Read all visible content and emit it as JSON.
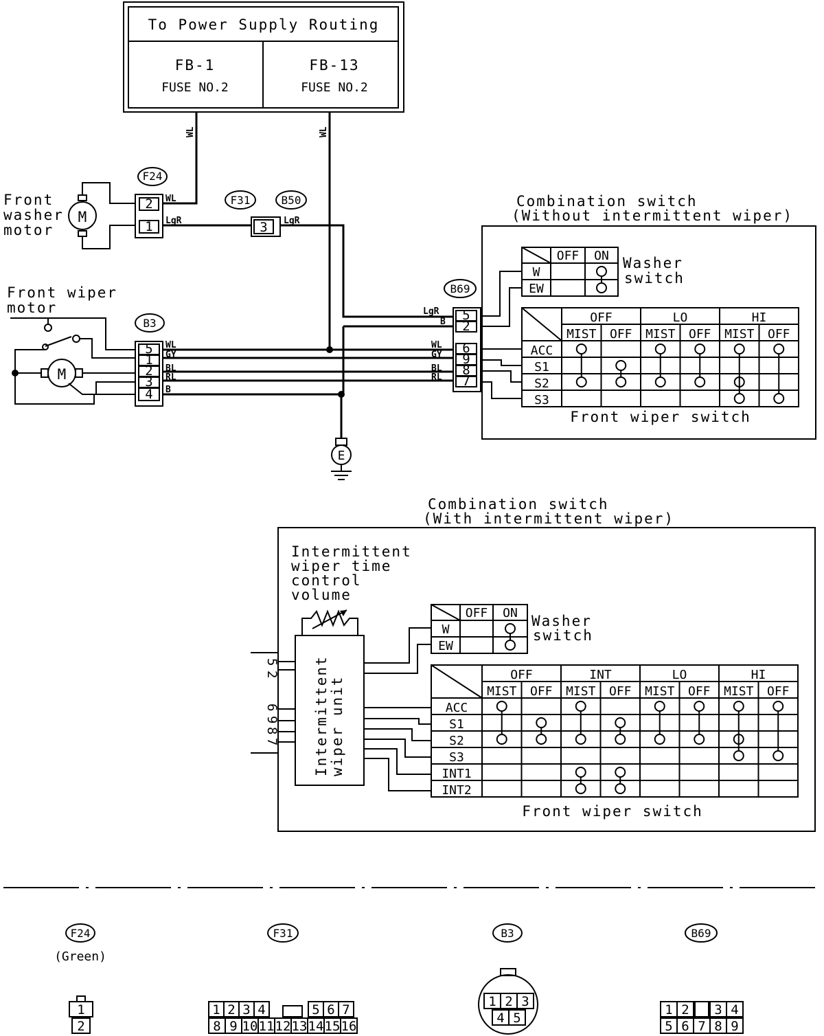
{
  "supply": {
    "title": "To Power Supply Routing",
    "fb1": "FB-1",
    "fb1_fuse": "FUSE NO.2",
    "fb13": "FB-13",
    "fb13_fuse": "FUSE NO.2"
  },
  "connectors": {
    "f24": "F24",
    "f31": "F31",
    "b50": "B50",
    "b3": "B3",
    "b69": "B69",
    "f24_color": "(Green)"
  },
  "components": {
    "washer_motor": [
      "Front",
      "washer",
      "motor"
    ],
    "wiper_motor": [
      "Front wiper",
      "motor"
    ],
    "ground": "E"
  },
  "wires": {
    "wl": "WL",
    "lgr": "LgR",
    "b": "B",
    "gy": "GY",
    "bl": "BL",
    "rl": "RL"
  },
  "pins": {
    "f24": [
      "2",
      "1"
    ],
    "f31": "3",
    "b3": [
      "5",
      "1",
      "2",
      "3",
      "4"
    ],
    "b69": [
      "5",
      "2",
      "6",
      "9",
      "8",
      "7"
    ],
    "uw": [
      "5",
      "2",
      "6",
      "9",
      "8",
      "7"
    ]
  },
  "combo1": {
    "title": "Combination switch",
    "subtitle": "(Without intermittent wiper)",
    "washer": {
      "cols": [
        "OFF",
        "ON"
      ],
      "rows": [
        "W",
        "EW"
      ],
      "label": [
        "Washer",
        "switch"
      ]
    },
    "wiper": {
      "groups": [
        "OFF",
        "LO",
        "HI"
      ],
      "subcols": [
        "MIST",
        "OFF"
      ],
      "rows": [
        "ACC",
        "S1",
        "S2",
        "S3"
      ],
      "label": "Front wiper switch"
    }
  },
  "combo2": {
    "title": "Combination switch",
    "subtitle": "(With intermittent wiper)",
    "volume": [
      "Intermittent",
      "wiper time",
      "control",
      "volume"
    ],
    "unit": [
      "Intermittent",
      "wiper unit"
    ],
    "washer": {
      "cols": [
        "OFF",
        "ON"
      ],
      "rows": [
        "W",
        "EW"
      ],
      "label": [
        "Washer",
        "switch"
      ]
    },
    "wiper": {
      "groups": [
        "OFF",
        "INT",
        "LO",
        "HI"
      ],
      "subcols": [
        "MIST",
        "OFF"
      ],
      "rows": [
        "ACC",
        "S1",
        "S2",
        "S3",
        "INT1",
        "INT2"
      ],
      "label": "Front wiper switch"
    }
  },
  "faces": {
    "f24": [
      "1",
      "2"
    ],
    "f31_top": [
      "1",
      "2",
      "3",
      "4",
      "5",
      "6",
      "7"
    ],
    "f31_bottom": [
      "8",
      "9",
      "10",
      "11",
      "12",
      "13",
      "14",
      "15",
      "16"
    ],
    "b3_top": [
      "1",
      "2",
      "3"
    ],
    "b3_bottom": [
      "4",
      "5"
    ],
    "b69_top": [
      "1",
      "2",
      "3",
      "4"
    ],
    "b69_bottom": [
      "5",
      "6",
      "7",
      "8",
      "9"
    ]
  }
}
